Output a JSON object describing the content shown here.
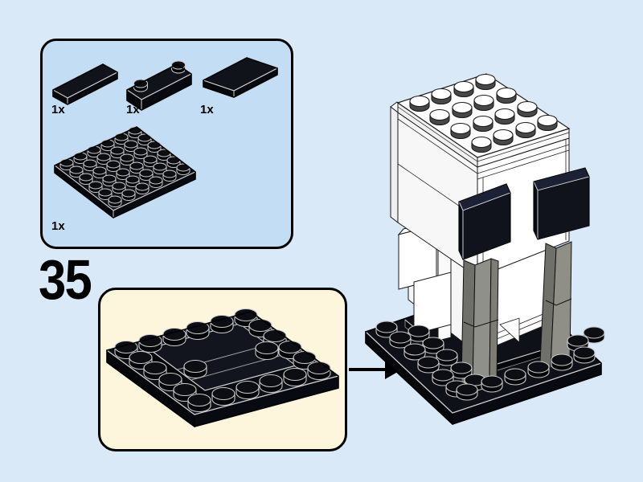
{
  "page": {
    "background_color": "#d9e9f8"
  },
  "step": {
    "number": "35"
  },
  "parts_callout": {
    "background_color": "#c3ddf4",
    "border_color": "#000000",
    "items": [
      {
        "qty": "1x",
        "part": "black tile 1x4"
      },
      {
        "qty": "1x",
        "part": "black plate 1x4 with 2 studs"
      },
      {
        "qty": "1x",
        "part": "black tile 2x4"
      },
      {
        "qty": "1x",
        "part": "black plate 6x6"
      }
    ]
  },
  "subassembly_callout": {
    "background_color": "#fdf5dc",
    "border_color": "#000000",
    "content": "black base plate with tiled center"
  },
  "model": {
    "content": "BrickHeadz figure: white head with studs, black square eyes, gray legs, black base"
  },
  "colors": {
    "brick_black": "#0c0e13",
    "brick_white": "#ffffff",
    "leg_gray_front": "#8f8f87",
    "leg_gray_side": "#70706a",
    "page_blue": "#d9e9f8",
    "callout_blue": "#c3ddf4",
    "callout_cream": "#fdf5dc"
  }
}
